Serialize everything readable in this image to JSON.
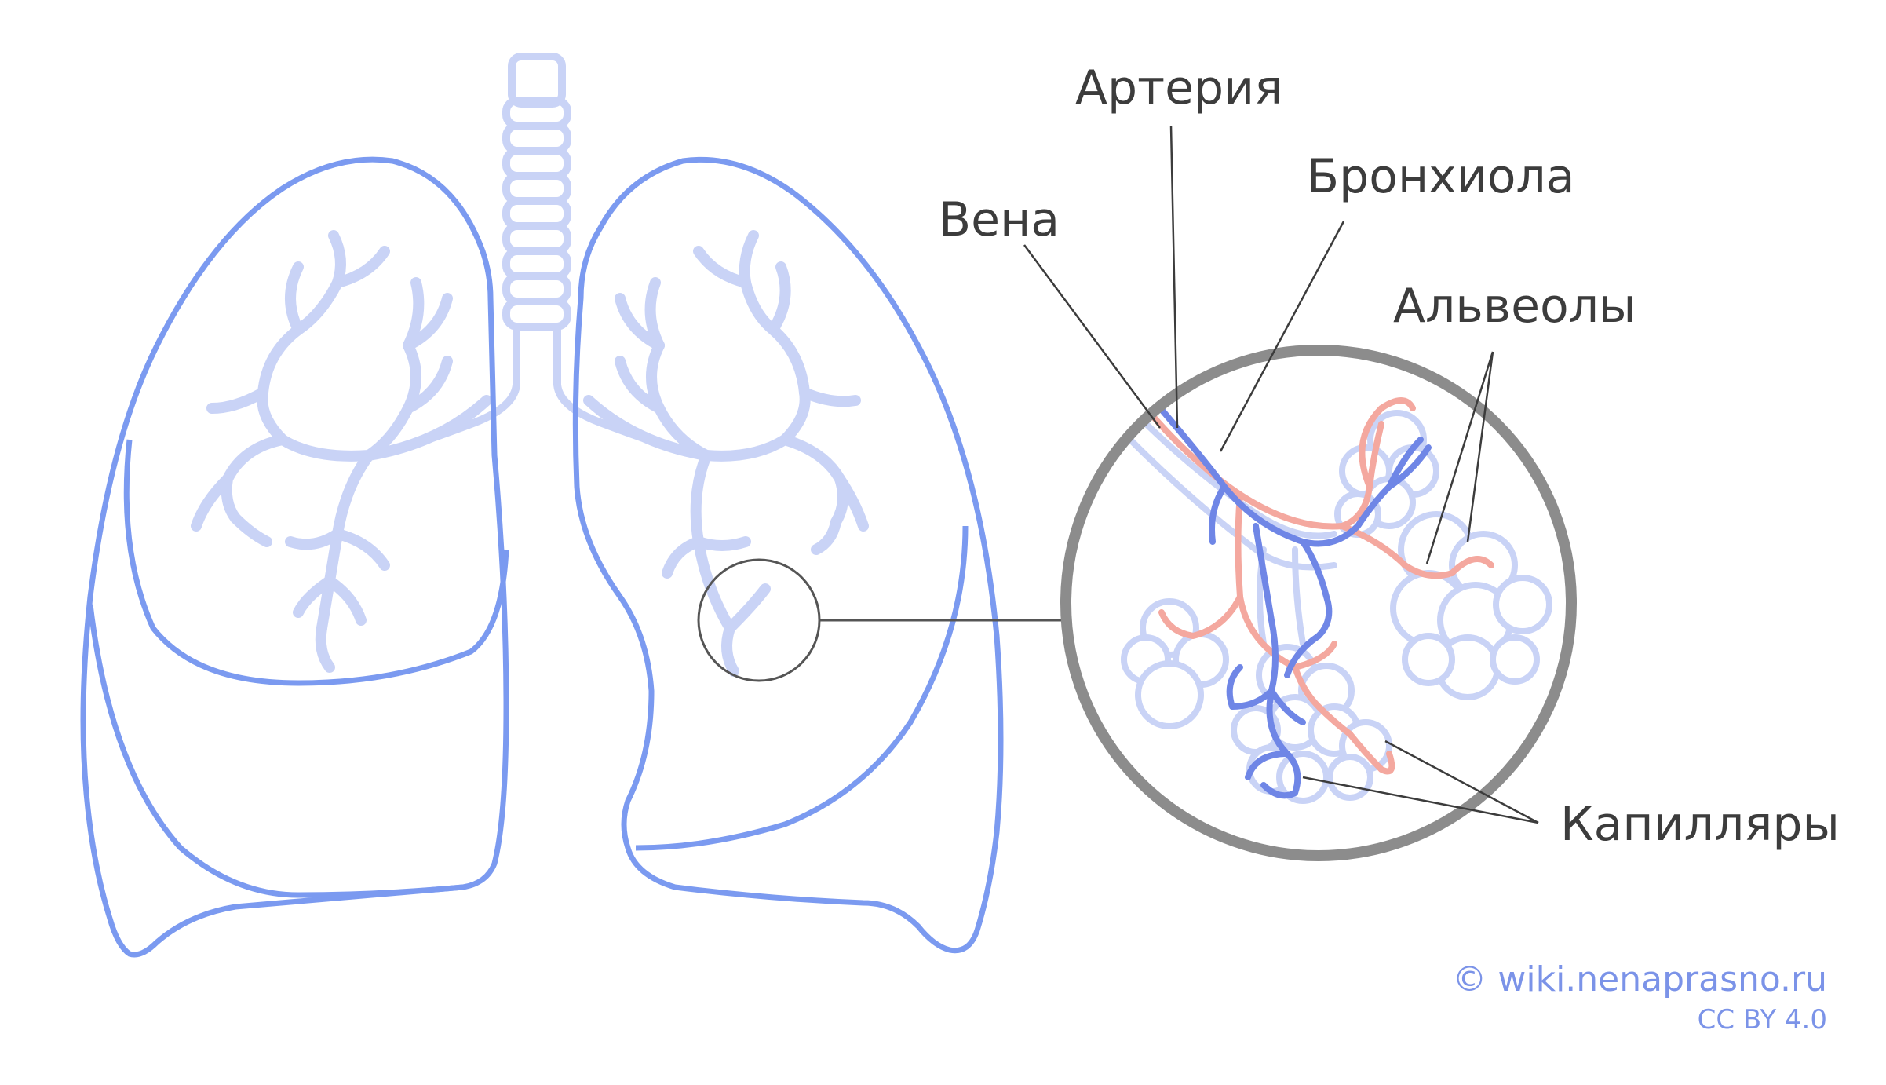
{
  "labels": {
    "artery": "Артерия",
    "bronchiole": "Бронхиола",
    "vein": "Вена",
    "alveoli": "Альвеолы",
    "capillaries": "Капилляры"
  },
  "credit": {
    "site": "© wiki.nenaprasno.ru",
    "license": "CC BY 4.0"
  },
  "colors": {
    "lung_outline": "#7b9af0",
    "airway": "#c9d3f6",
    "artery": "#f4a89f",
    "vein": "#6f86e6",
    "circle_rim": "#8c8c8c",
    "text": "#3c3c3c",
    "credit": "#7b93e8"
  }
}
